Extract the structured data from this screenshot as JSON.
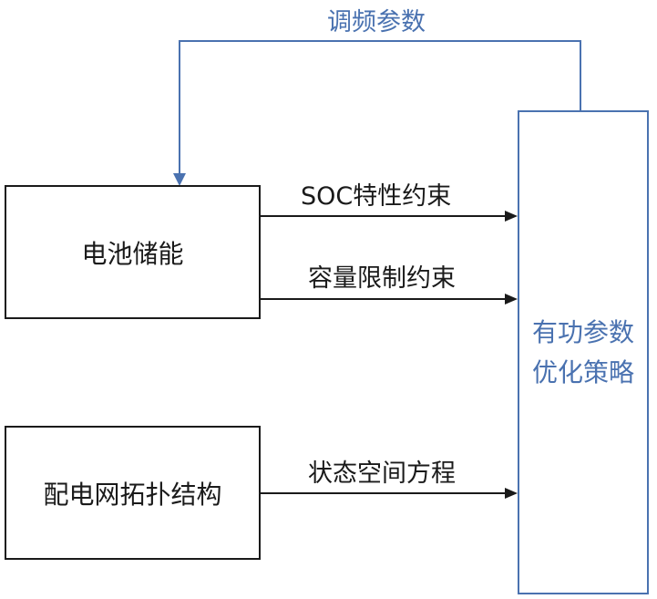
{
  "colors": {
    "accent": "#4a72b0",
    "ink": "#1a1a1a"
  },
  "nodes": {
    "battery": "电池储能",
    "grid": "配电网拓扑结构",
    "optimizer_line1": "有功参数",
    "optimizer_line2": "优化策略"
  },
  "edges": {
    "soc": "SOC特性约束",
    "capacity": "容量限制约束",
    "state_space": "状态空间方程",
    "feedback": "调频参数"
  }
}
